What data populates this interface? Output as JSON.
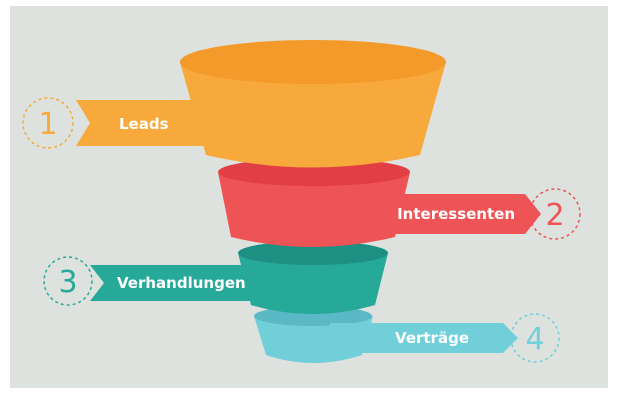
{
  "funnel": {
    "stages": [
      {
        "number": "1",
        "label": "Leads",
        "color": "#F7A93B",
        "top_color": "#F39A2A"
      },
      {
        "number": "2",
        "label": "Interessenten",
        "color": "#EE5355",
        "top_color": "#E23F45"
      },
      {
        "number": "3",
        "label": "Verhandlungen",
        "color": "#27A99A",
        "top_color": "#1E8F83"
      },
      {
        "number": "4",
        "label": "Verträge",
        "color": "#71CFDA",
        "top_color": "#5BB9C6"
      }
    ]
  },
  "colors": {
    "background": "#DEE2DF"
  }
}
